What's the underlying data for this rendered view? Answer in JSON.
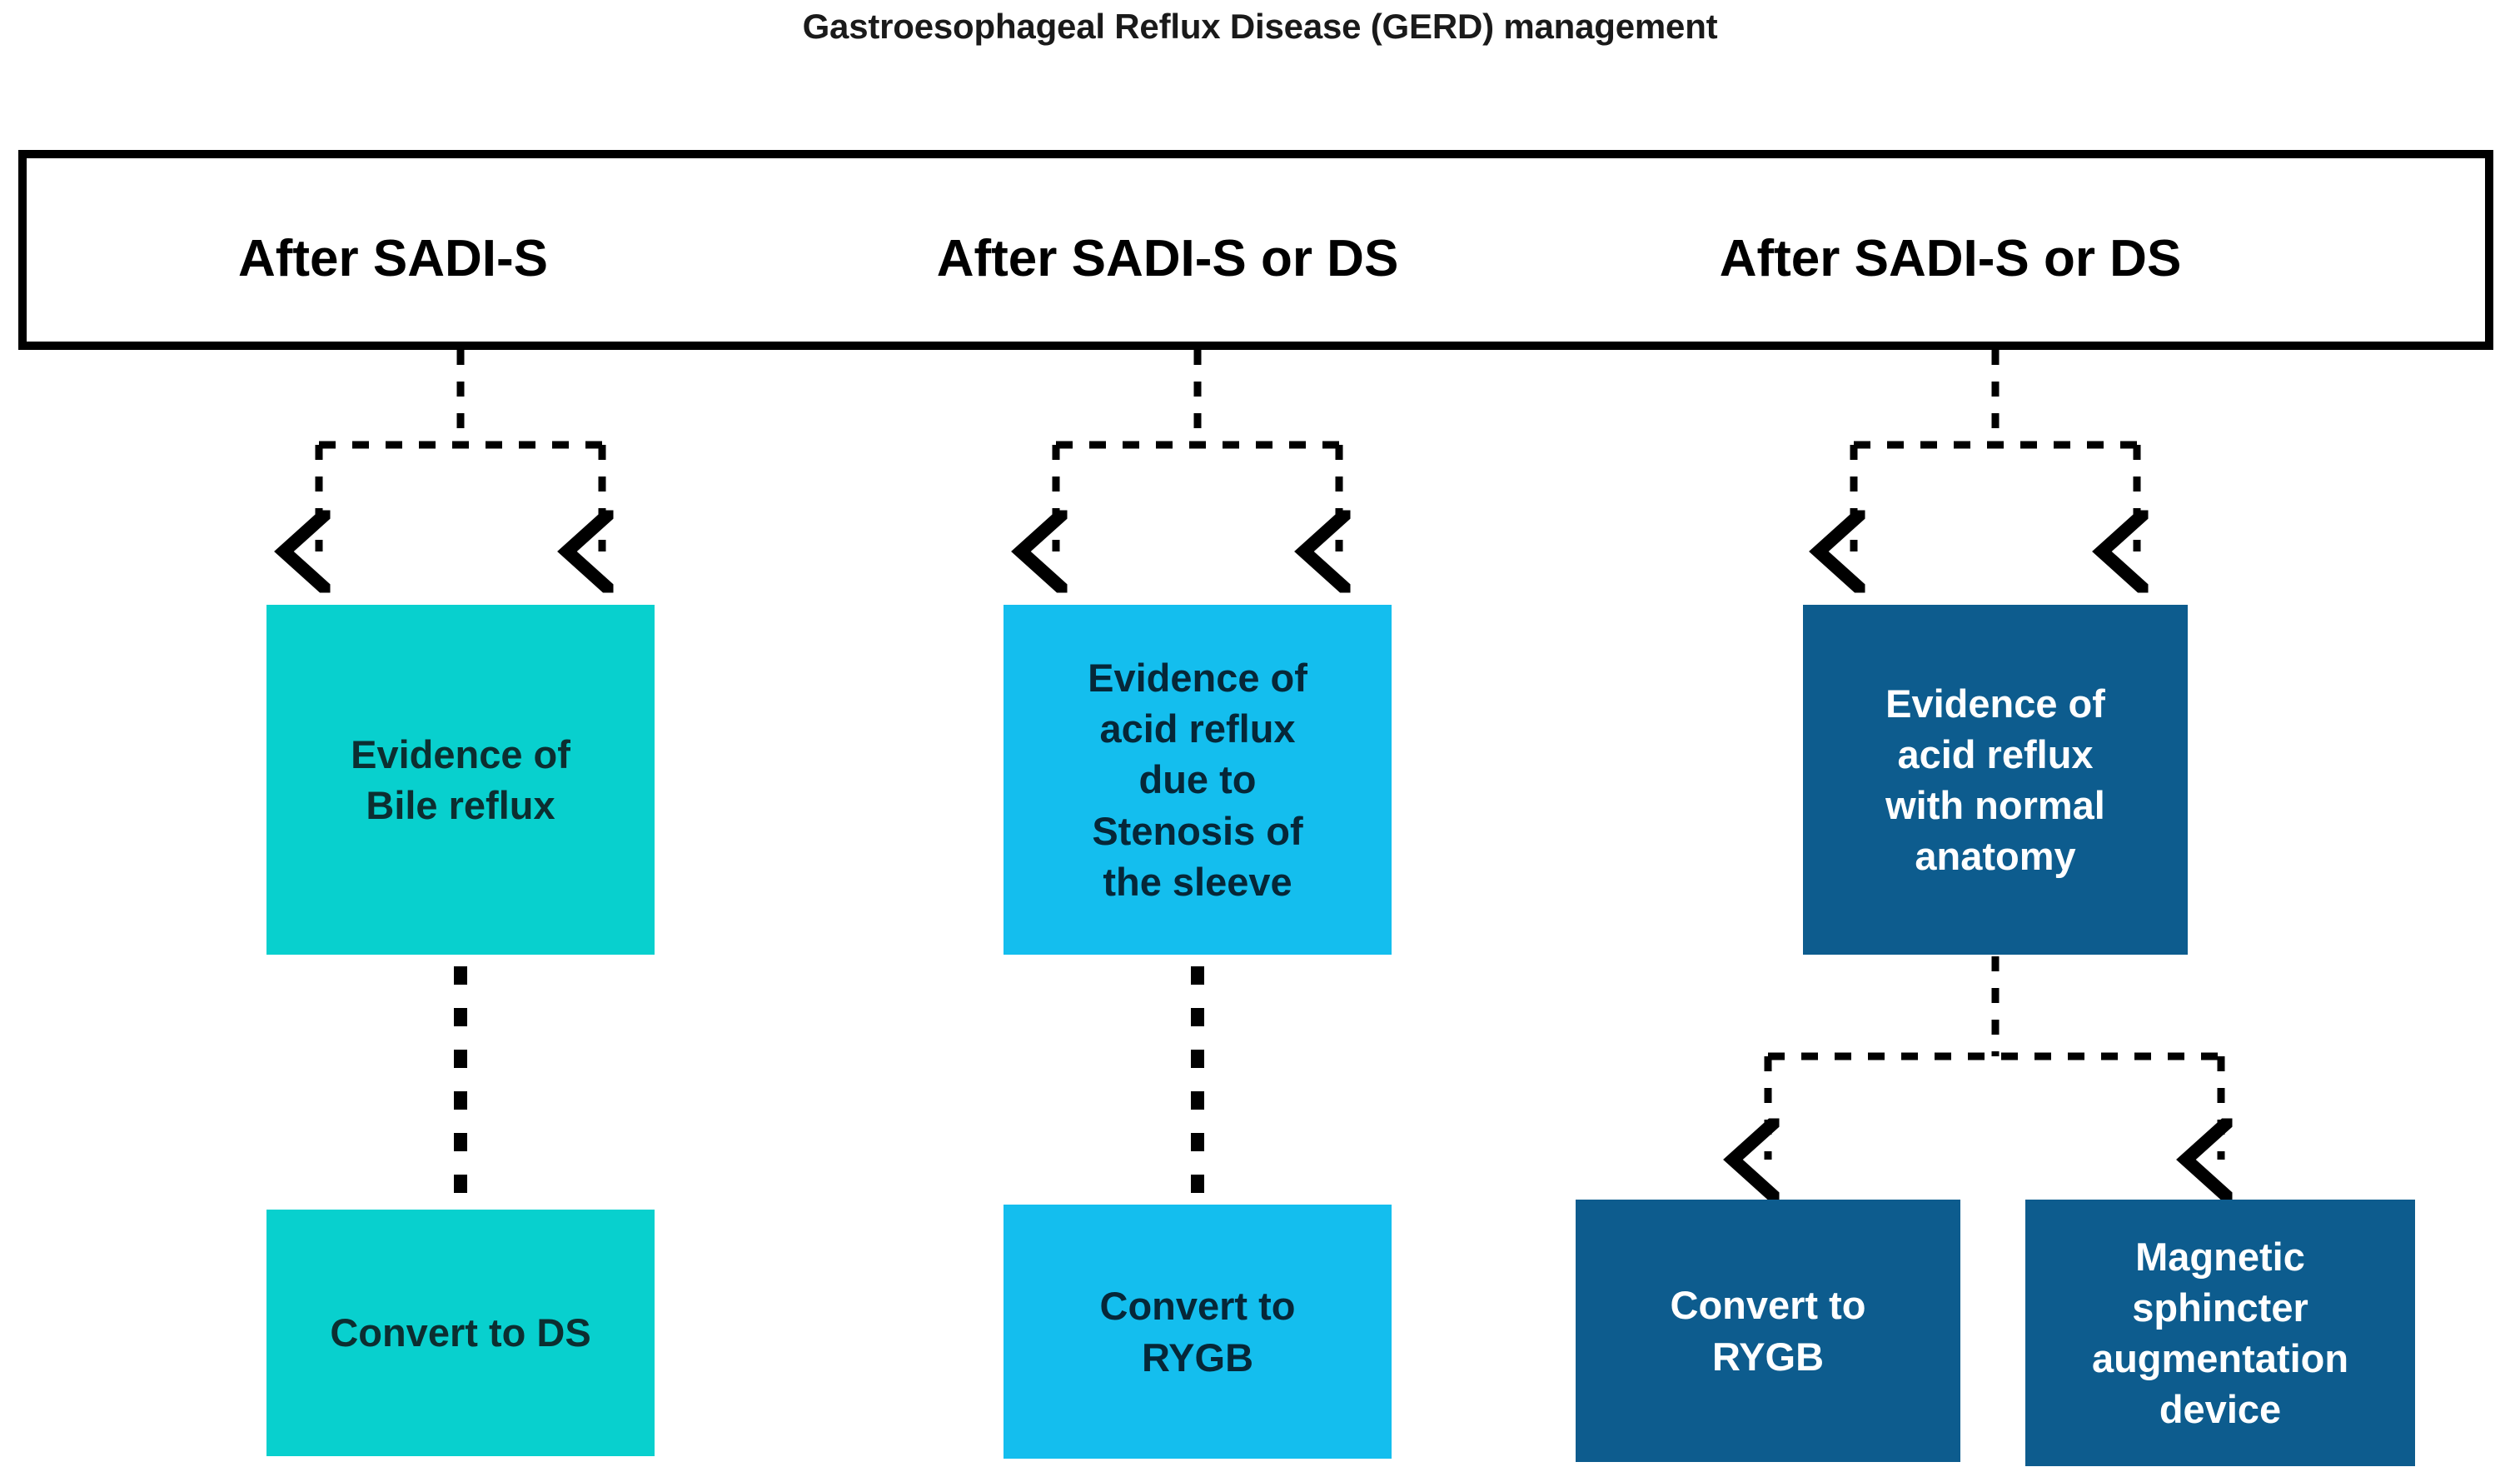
{
  "figure": {
    "title": "Gastroesophageal Reflux Disease (GERD) management"
  },
  "header": {
    "columns": [
      {
        "label": "After SADI-S"
      },
      {
        "label": "After SADI-S or DS"
      },
      {
        "label": "After SADI-S or DS"
      }
    ]
  },
  "colors": {
    "teal": "#08D0CE",
    "sky": "#14BEEE",
    "navy": "#0D5C8E",
    "frame": "#000000",
    "connector": "#000000",
    "title_text": "#1a1a1a"
  },
  "nodes": {
    "bile_reflux": "Evidence of\nBile reflux",
    "stenosis_reflux": "Evidence of\nacid reflux\ndue to\nStenosis of\nthe sleeve",
    "normal_anatomy_reflux": "Evidence of\nacid reflux\nwith normal\nanatomy",
    "convert_to_ds": "Convert to DS",
    "convert_to_rygb_col2": "Convert to\nRYGB",
    "convert_to_rygb_col3": "Convert to\nRYGB",
    "magnetic_sphincter": "Magnetic\nsphincter\naugmentation\ndevice"
  },
  "chart_data": {
    "type": "diagram",
    "title": "Gastroesophageal Reflux Disease (GERD) management",
    "diagram_kind": "flowchart",
    "columns": [
      {
        "header": "After SADI-S",
        "condition": "Evidence of Bile reflux",
        "condition_color": "#08D0CE",
        "treatments": [
          "Convert to DS"
        ],
        "treatment_colors": [
          "#08D0CE"
        ]
      },
      {
        "header": "After SADI-S or DS",
        "condition": "Evidence of acid reflux due to Stenosis of the sleeve",
        "condition_color": "#14BEEE",
        "treatments": [
          "Convert to RYGB"
        ],
        "treatment_colors": [
          "#14BEEE"
        ]
      },
      {
        "header": "After SADI-S or DS",
        "condition": "Evidence of acid reflux with normal anatomy",
        "condition_color": "#0D5C8E",
        "treatments": [
          "Convert to RYGB",
          "Magnetic sphincter augmentation device"
        ],
        "treatment_colors": [
          "#0D5C8E",
          "#0D5C8E"
        ]
      }
    ],
    "edge_style": "dashed",
    "edge_color": "#000000"
  }
}
